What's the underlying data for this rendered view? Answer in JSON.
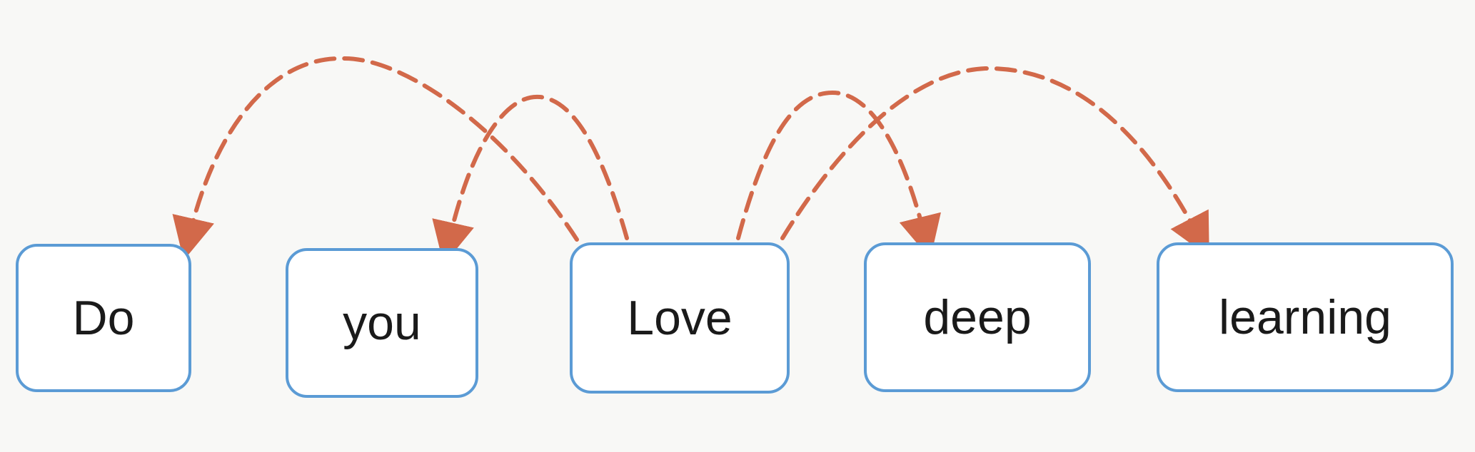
{
  "words": [
    {
      "text": "Do"
    },
    {
      "text": "you"
    },
    {
      "text": "Love"
    },
    {
      "text": "deep"
    },
    {
      "text": "learning"
    }
  ],
  "edges": [
    {
      "from": "Love",
      "to": "Do"
    },
    {
      "from": "Love",
      "to": "you"
    },
    {
      "from": "Love",
      "to": "deep"
    },
    {
      "from": "Love",
      "to": "learning"
    }
  ],
  "colors": {
    "box_border": "#5b9bd5",
    "arrow": "#d2694a",
    "background": "#f8f8f6"
  }
}
